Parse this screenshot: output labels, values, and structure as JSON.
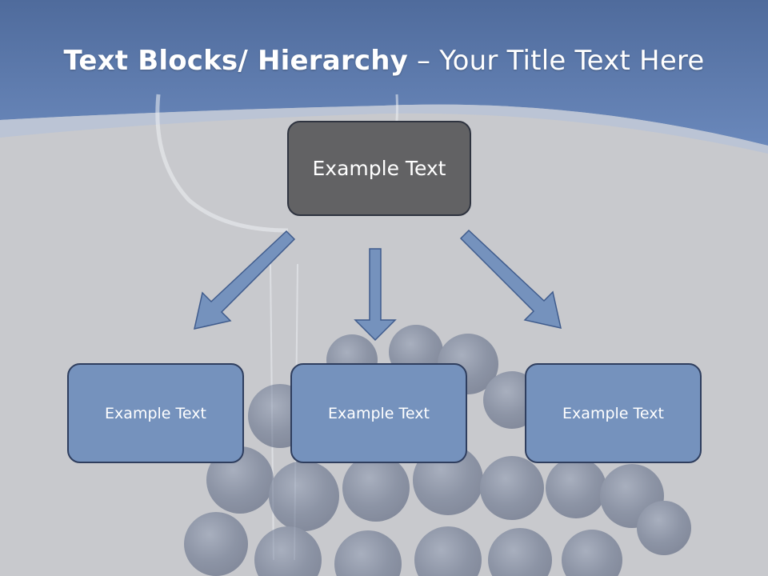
{
  "title": {
    "bold": "Text Blocks/ Hierarchy",
    "separator": " – ",
    "rest": "Your Title Text Here"
  },
  "diagram": {
    "root": {
      "label": "Example Text"
    },
    "children": [
      {
        "label": "Example Text"
      },
      {
        "label": "Example Text"
      },
      {
        "label": "Example Text"
      }
    ]
  },
  "colors": {
    "header_blue": "#6583b6",
    "root_fill": "#626264",
    "child_fill": "#7592bd",
    "arrow_fill": "#7592bd",
    "background": "#c8c9cd"
  }
}
